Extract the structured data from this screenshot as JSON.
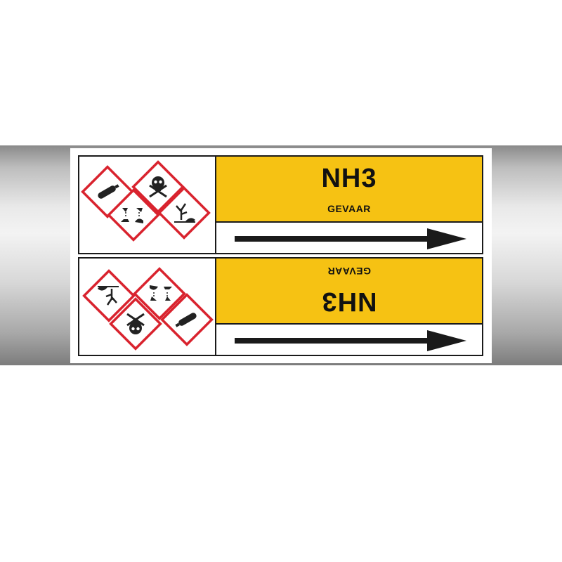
{
  "marker": {
    "substance": "NH3",
    "hazard_word": "GEVAAR",
    "colors": {
      "band": "#f6c213",
      "pictogram_border": "#d9232e",
      "pipe_light": "#f3f3f3",
      "pipe_dark": "#7c7c7c"
    },
    "pictograms_top": [
      "gas-cylinder-icon",
      "skull-crossbones-icon",
      "corrosion-icon",
      "environment-icon"
    ],
    "pictograms_bottom": [
      "environment-icon",
      "corrosion-icon",
      "skull-crossbones-icon",
      "gas-cylinder-icon"
    ],
    "flow_direction": "right"
  }
}
